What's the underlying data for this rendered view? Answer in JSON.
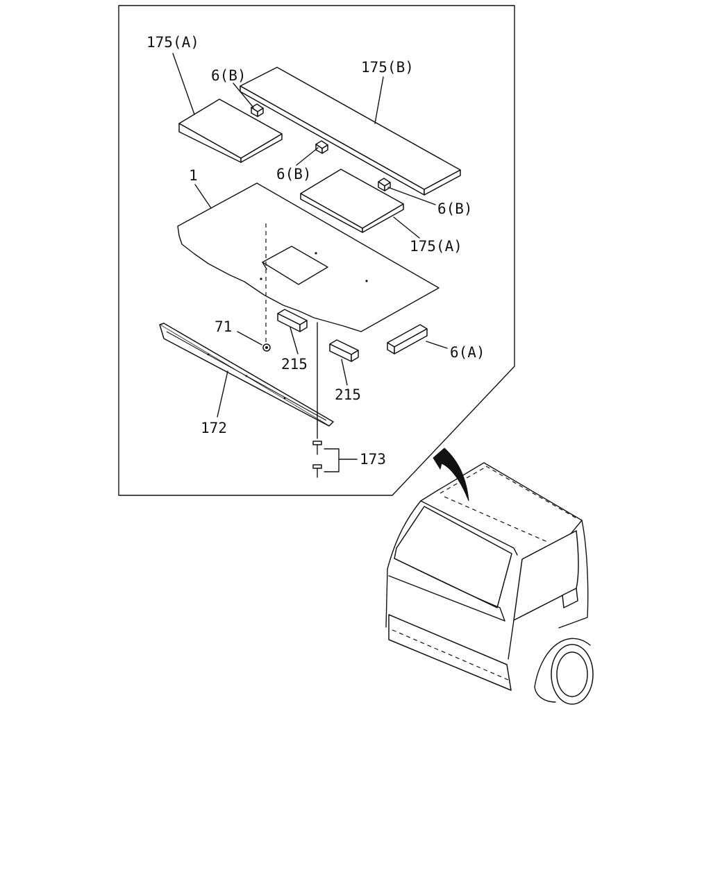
{
  "callouts": {
    "panel_a_upper": "175(A)",
    "pad_b_upper": "6(B)",
    "panel_b": "175(B)",
    "pad_b_middle": "6(B)",
    "floor_mat": "1",
    "pad_b_right": "6(B)",
    "panel_a_lower": "175(A)",
    "clip": "71",
    "block_left": "215",
    "block_right": "215",
    "pad_a": "6(A)",
    "scuff_plate": "172",
    "screws": "173"
  },
  "colors": {
    "line": "#111111",
    "background": "#ffffff"
  }
}
